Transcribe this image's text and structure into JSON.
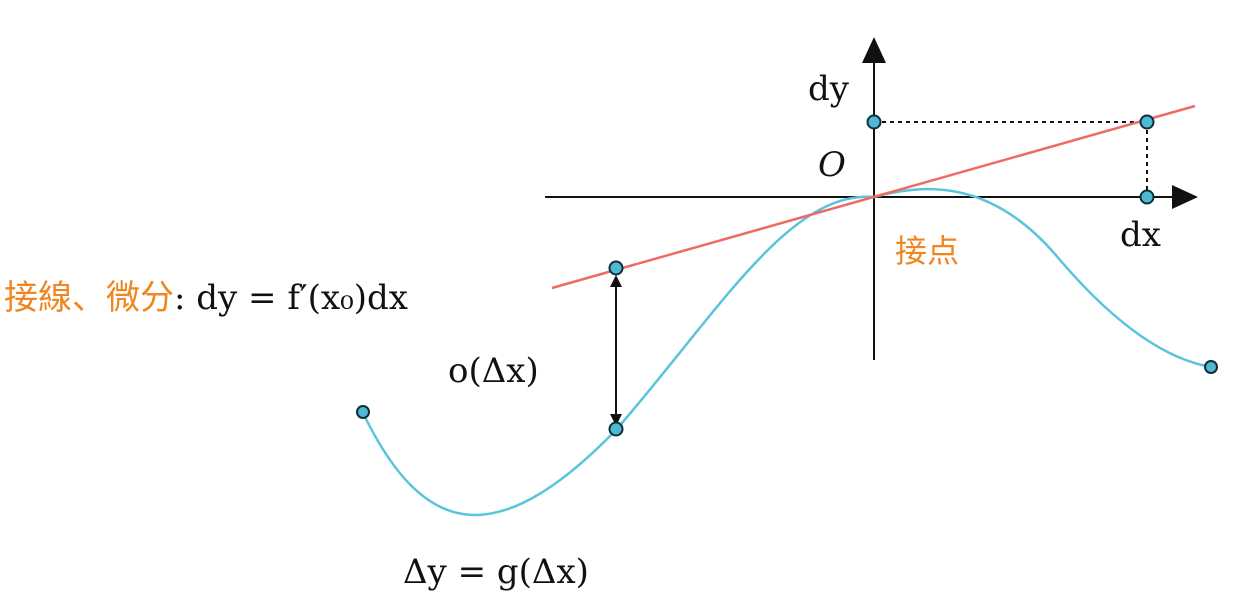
{
  "labels": {
    "axis_x": "dx",
    "axis_y": "dy",
    "origin": "O",
    "tangent_point": "接点",
    "tangent_title": "接線、微分",
    "tangent_formula": ": dy = f′(x₀)dx",
    "remainder": "o(Δx)",
    "curve_formula": "Δy = g(Δx)"
  },
  "colors": {
    "curve": "#5bc4dd",
    "tangent": "#ee6a62",
    "orange_text": "#f0861f",
    "point_fill": "#4fb8d4",
    "point_stroke": "#0f2f38",
    "axis": "#111111"
  }
}
